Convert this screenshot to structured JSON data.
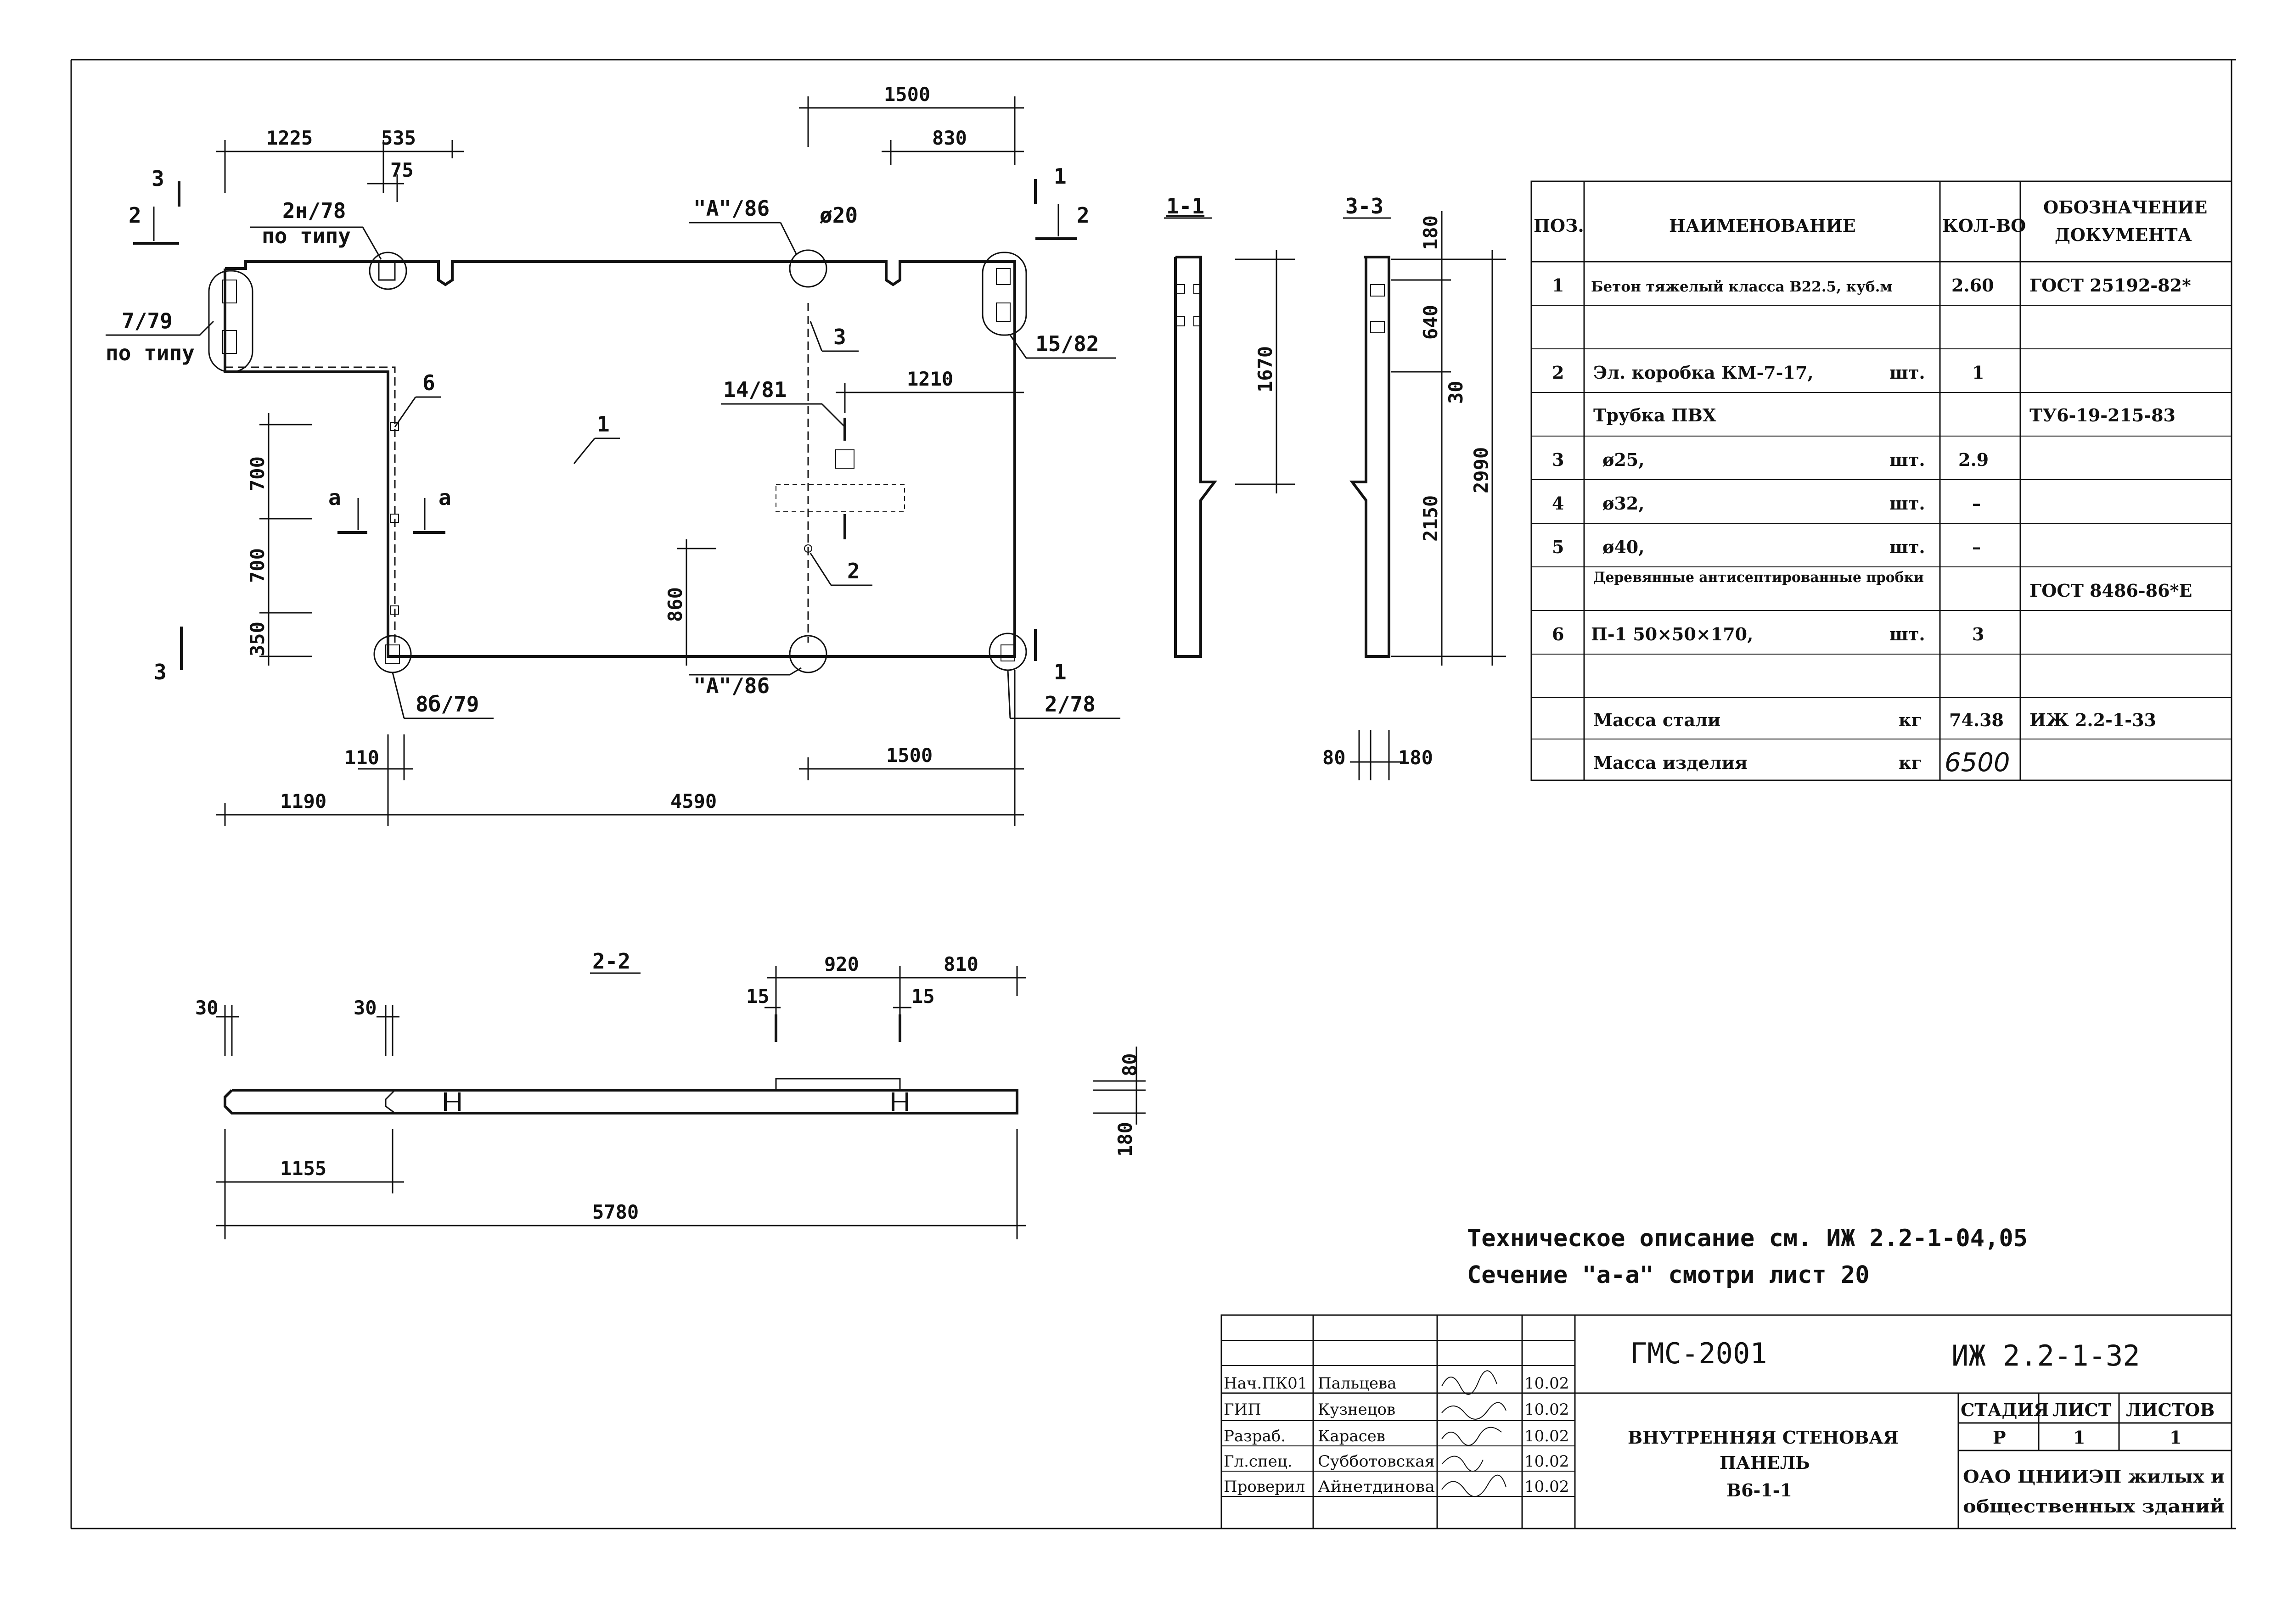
{
  "plan": {
    "dims": {
      "d1225": "1225",
      "d535": "535",
      "d75": "75",
      "d1500top": "1500",
      "d830": "830",
      "d1210": "1210",
      "d700a": "700",
      "d700b": "700",
      "d350": "350",
      "d860": "860",
      "d110": "110",
      "d1500bot": "1500",
      "d1190": "1190",
      "d4590": "4590"
    },
    "callouts": {
      "c2n78": "2н/78",
      "po_tipu1": "по типу",
      "c7_79": "7/79",
      "po_tipu2": "по типу",
      "cA86top": "\"A\"/86",
      "phi20": "ø20",
      "c15_82": "15/82",
      "c3": "3",
      "c14_81": "14/81",
      "c1": "1",
      "c6": "6",
      "c2": "2",
      "c86_79": "8б/79",
      "cA86bot": "\"A\"/86",
      "c2_78": "2/78"
    },
    "section_marks": {
      "s3top": "3",
      "s2left": "2",
      "s1top": "1",
      "s2right": "2",
      "aLeft": "а",
      "aRight": "а",
      "s3bot": "3",
      "s1bot": "1"
    }
  },
  "section_1_1": {
    "title": "1-1",
    "d1670": "1670"
  },
  "section_3_3": {
    "title": "3-3",
    "d180": "180",
    "d640": "640",
    "d30": "30",
    "d2150": "2150",
    "d2990": "2990",
    "d80": "80",
    "d180b": "180"
  },
  "section_2_2": {
    "title": "2-2",
    "d30a": "30",
    "d30b": "30",
    "d15a": "15",
    "d15b": "15",
    "d920": "920",
    "d810": "810",
    "d80": "80",
    "d180": "180",
    "d1155": "1155",
    "d5780": "5780"
  },
  "spec_table": {
    "headers": {
      "pos": "ПОЗ.",
      "name": "НАИМЕНОВАНИЕ",
      "qty": "КОЛ-ВО",
      "doc1": "ОБОЗНАЧЕНИЕ",
      "doc2": "ДОКУМЕНТА"
    },
    "rows": [
      {
        "pos": "1",
        "name": "Бетон тяжелый класса В22.5, куб.м",
        "unit": "",
        "qty": "2.60",
        "doc": "ГОСТ 25192-82*"
      },
      {
        "pos": "",
        "name": "",
        "unit": "",
        "qty": "",
        "doc": ""
      },
      {
        "pos": "2",
        "name": "Эл. коробка КМ-7-17,",
        "unit": "шт.",
        "qty": "1",
        "doc": ""
      },
      {
        "pos": "",
        "name": "Трубка ПВХ",
        "unit": "",
        "qty": "",
        "doc": "ТУ6-19-215-83"
      },
      {
        "pos": "3",
        "name": "ø25,",
        "unit": "шт.",
        "qty": "2.9",
        "doc": ""
      },
      {
        "pos": "4",
        "name": "ø32,",
        "unit": "шт.",
        "qty": "–",
        "doc": ""
      },
      {
        "pos": "5",
        "name": "ø40,",
        "unit": "шт.",
        "qty": "–",
        "doc": ""
      },
      {
        "pos": "",
        "name": "Деревянные антисептированные пробки",
        "unit": "",
        "qty": "",
        "doc": "ГОСТ 8486-86*Е"
      },
      {
        "pos": "6",
        "name": "П-1   50×50×170,",
        "unit": "шт.",
        "qty": "3",
        "doc": ""
      },
      {
        "pos": "",
        "name": "",
        "unit": "",
        "qty": "",
        "doc": ""
      },
      {
        "pos": "",
        "name": "Масса стали",
        "unit": "кг",
        "qty": "74.38",
        "doc": "ИЖ 2.2-1-33"
      },
      {
        "pos": "",
        "name": "Масса изделия",
        "unit": "кг",
        "qty": "6500",
        "doc": ""
      }
    ]
  },
  "notes": {
    "line1": "Техническое описание  см. ИЖ 2.2-1-04,05",
    "line2": "Сечение \"а-а\" смотри лист 20"
  },
  "title_block": {
    "project": "ГМС-2001",
    "code": "ИЖ 2.2-1-32",
    "title_l1": "ВНУТРЕННЯЯ СТЕНОВАЯ",
    "title_l2": "ПАНЕЛЬ",
    "title_l3": "В6-1-1",
    "stage_h": "СТАДИЯ",
    "sheet_h": "ЛИСТ",
    "sheets_h": "ЛИСТОВ",
    "stage": "Р",
    "sheet": "1",
    "sheets": "1",
    "org_l1": "ОАО ЦНИИЭП жилых и",
    "org_l2": "общественных зданий",
    "signers": [
      {
        "role": "Нач.ПК01",
        "name": "Пальцева",
        "date": "10.02"
      },
      {
        "role": "ГИП",
        "name": "Кузнецов",
        "date": "10.02"
      },
      {
        "role": "Разраб.",
        "name": "Карасев",
        "date": "10.02"
      },
      {
        "role": "Гл.спец.",
        "name": "Субботовская",
        "date": "10.02"
      },
      {
        "role": "Проверил",
        "name": "Айнетдинова",
        "date": "10.02"
      }
    ]
  }
}
